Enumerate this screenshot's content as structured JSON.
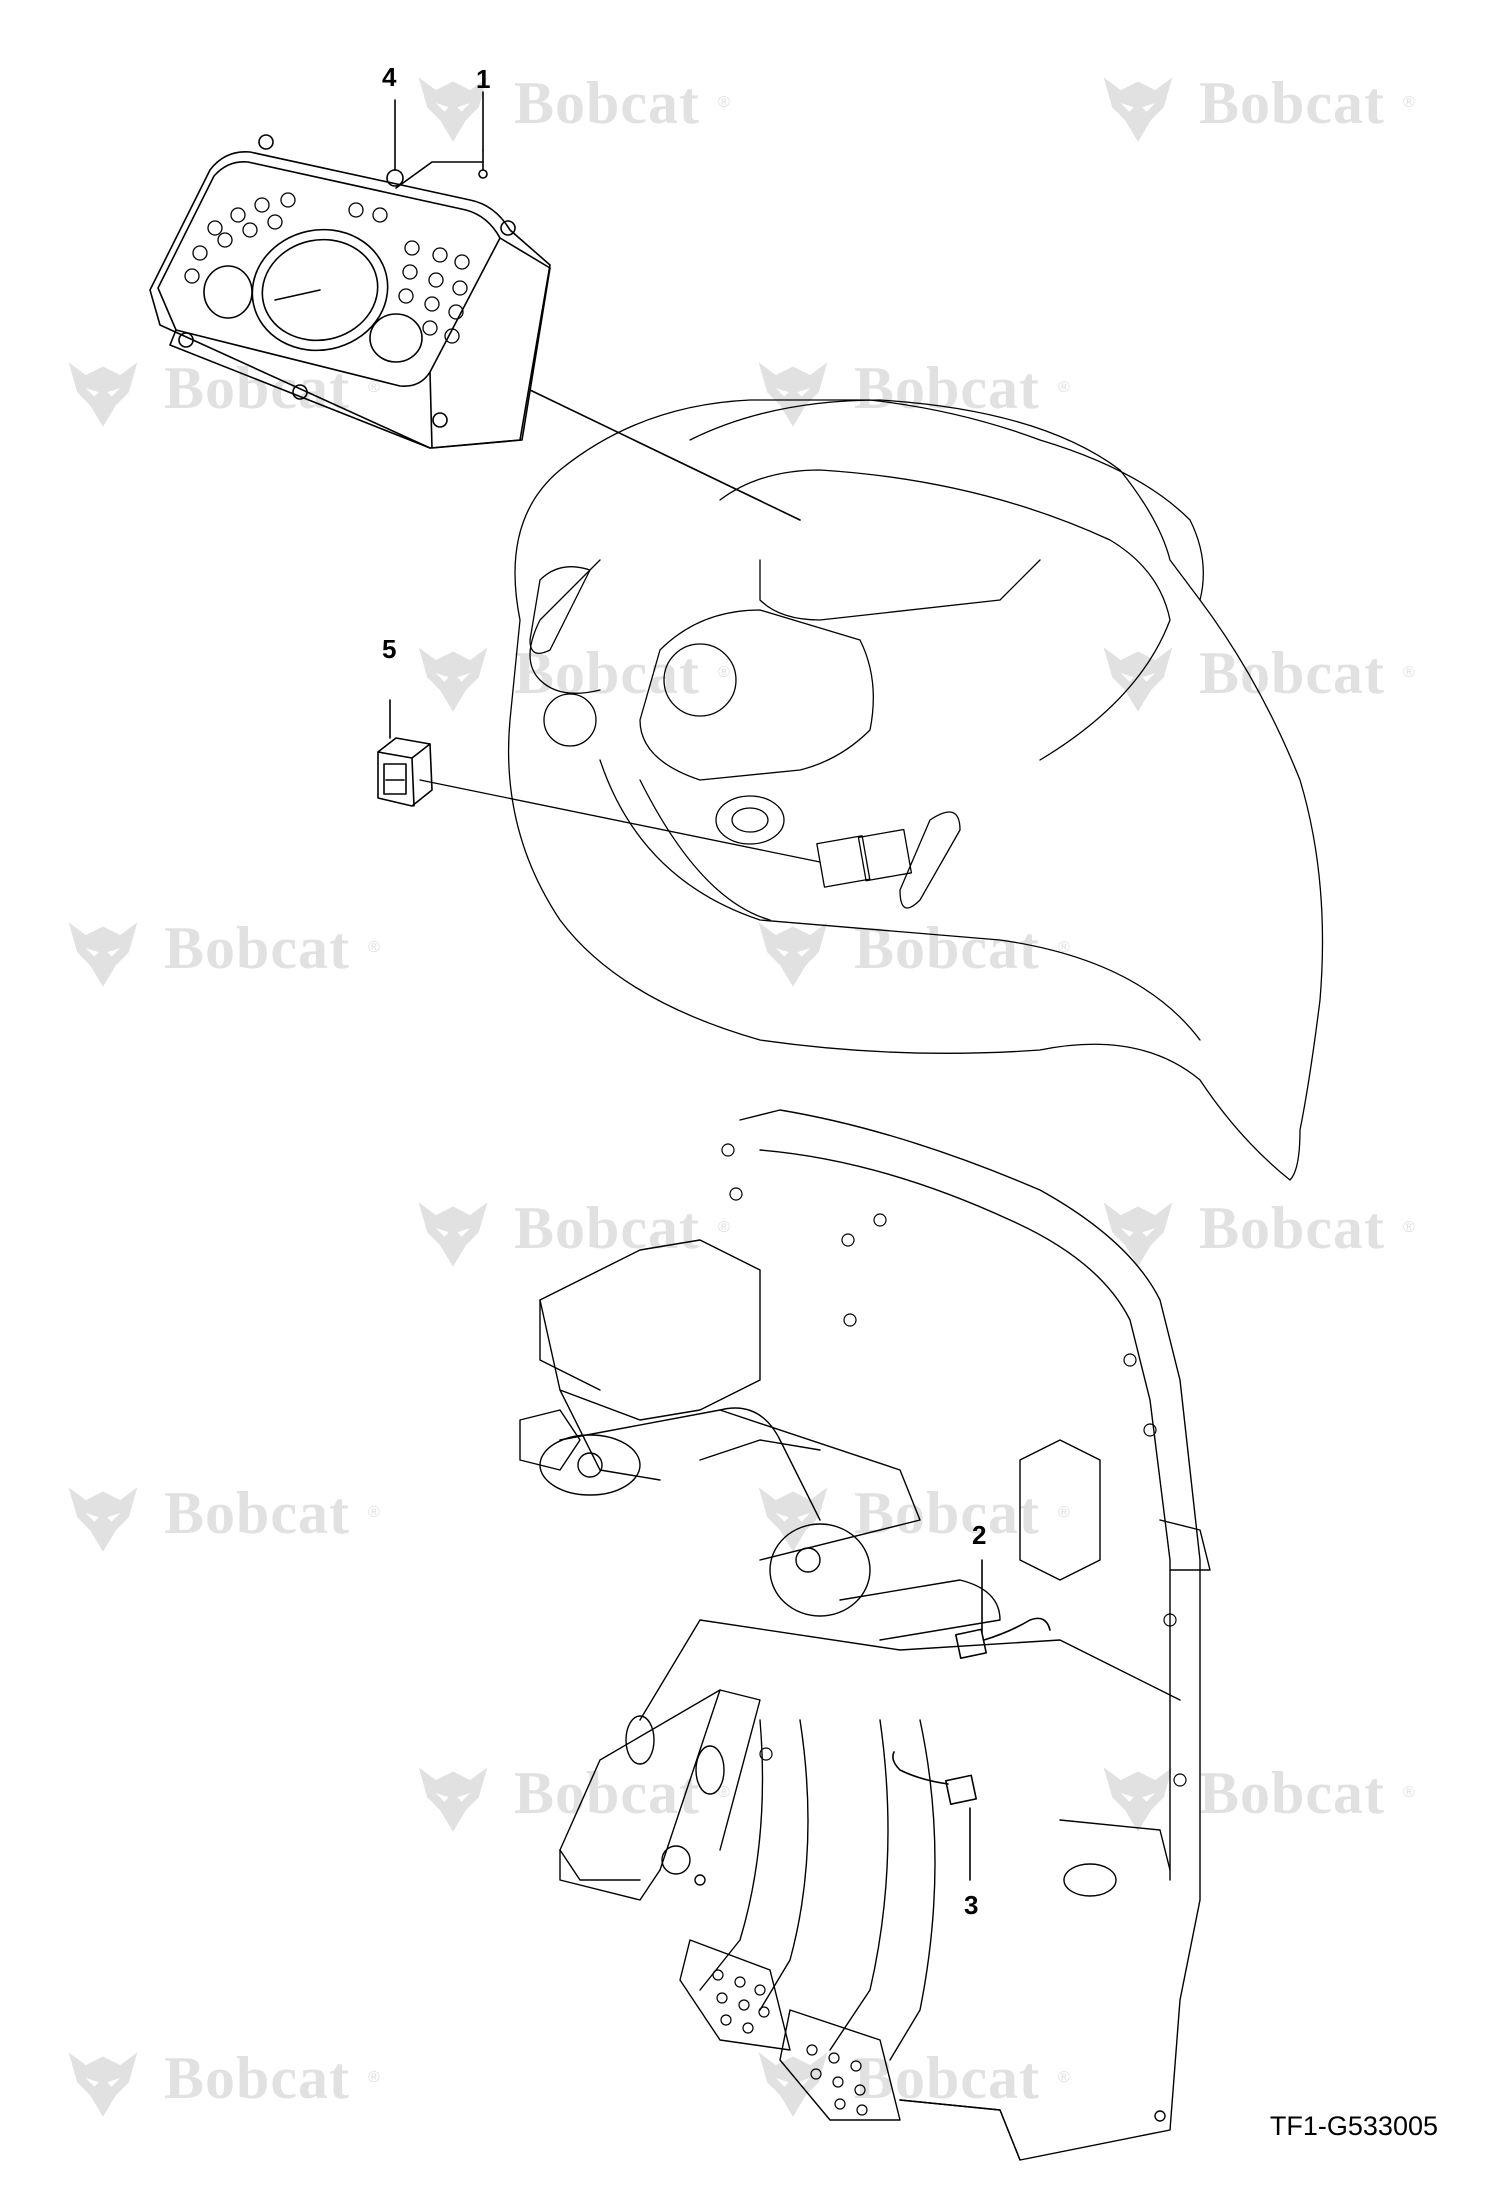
{
  "watermark": {
    "brand": "Bobcat",
    "mark": "®",
    "logo_icon": "bobcat-cat-logo-icon"
  },
  "callouts": {
    "c1": "1",
    "c2": "2",
    "c3": "3",
    "c4": "4",
    "c5": "5"
  },
  "drawing_code": "TF1-G533005",
  "colors": {
    "line": "#000000",
    "watermark": "#222222"
  }
}
